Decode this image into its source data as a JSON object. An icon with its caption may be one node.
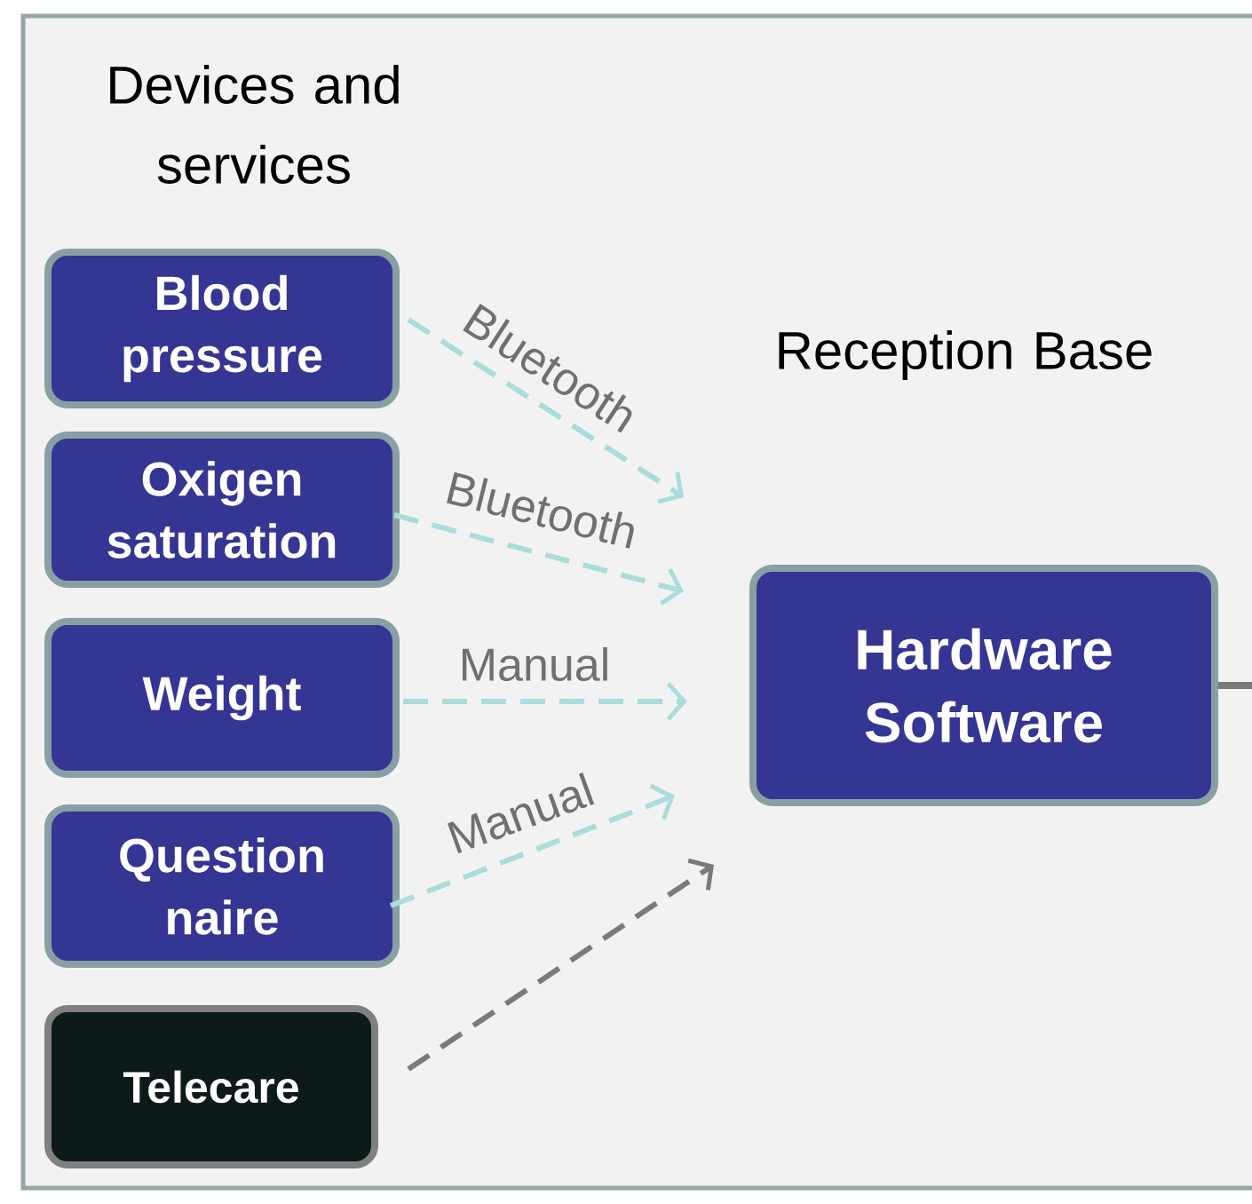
{
  "diagram": {
    "nodes": [
      {
        "text": [
          "Blood pressure"
        ]
      },
      {
        "text": [
          "Oxigen saturation"
        ]
      },
      {
        "text": [
          "Weight"
        ]
      },
      {
        "text": [
          "Question naire"
        ]
      },
      {
        "text": [
          "Telecare"
        ]
      },
      {
        "text": [
          "Hardware Software"
        ]
      }
    ],
    "edges": [
      {
        "from": 0,
        "to": null,
        "arrow": "to",
        "label": "Bluetooth",
        "style": "dashed"
      },
      {
        "from": 1,
        "to": null,
        "arrow": "to",
        "label": "Bluetooth",
        "style": "dashed"
      },
      {
        "from": 2,
        "to": null,
        "arrow": "to",
        "label": "Manual",
        "style": "dashed"
      },
      {
        "from": 3,
        "to": null,
        "arrow": "to",
        "label": "Manual",
        "style": "dashed"
      },
      {
        "from": 4,
        "to": null,
        "arrow": "to",
        "style": "dashed",
        "color": "#7a7a7a"
      },
      {
        "from": 5,
        "to": null,
        "arrow": "none",
        "color": "#7a7a7a"
      }
    ],
    "labels": [
      "Devices and services",
      "Reception Base"
    ]
  }
}
